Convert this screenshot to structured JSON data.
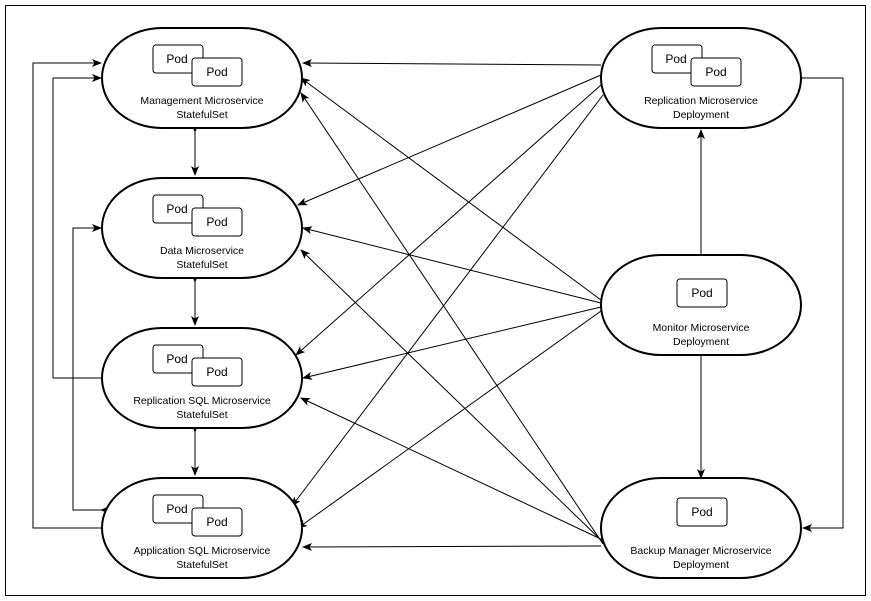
{
  "pod_label": "Pod",
  "nodes": {
    "management": {
      "line1": "Management Microservice",
      "line2": "StatefulSet"
    },
    "data": {
      "line1": "Data Microservice",
      "line2": "StatefulSet"
    },
    "repl_sql": {
      "line1": "Replication SQL Microservice",
      "line2": "StatefulSet"
    },
    "app_sql": {
      "line1": "Application SQL Microservice",
      "line2": "StatefulSet"
    },
    "replication": {
      "line1": "Replication Microservice",
      "line2": "Deployment"
    },
    "monitor": {
      "line1": "Monitor Microservice",
      "line2": "Deployment"
    },
    "backup": {
      "line1": "Backup Manager Microservice",
      "line2": "Deployment"
    }
  }
}
